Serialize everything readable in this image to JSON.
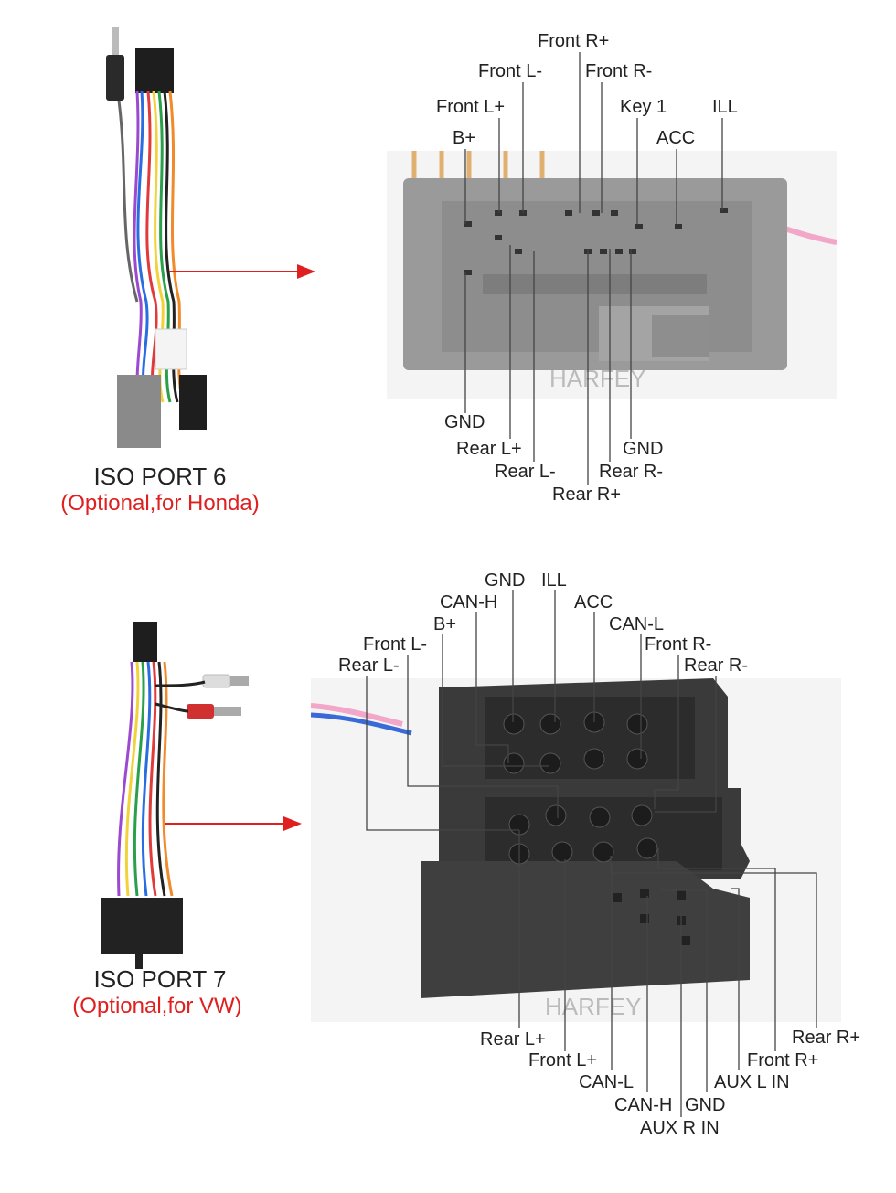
{
  "watermark": "HARFEY",
  "colors": {
    "accent_red": "#e02020",
    "connector_gray": "#9a9a9a",
    "connector_black": "#3a3a3a",
    "leader_line": "#444444"
  },
  "port6": {
    "title": "ISO PORT 6",
    "subtitle": "(Optional,for Honda)",
    "top_labels": {
      "front_r_plus": "Front R+",
      "front_l_minus": "Front L-",
      "front_r_minus": "Front R-",
      "front_l_plus": "Front L+",
      "key1": "Key 1",
      "ill": "ILL",
      "b_plus": "B+",
      "acc": "ACC"
    },
    "bottom_labels": {
      "gnd_left": "GND",
      "rear_l_plus": "Rear L+",
      "gnd_right": "GND",
      "rear_l_minus": "Rear L-",
      "rear_r_minus": "Rear R-",
      "rear_r_plus": "Rear R+"
    }
  },
  "port7": {
    "title": "ISO PORT 7",
    "subtitle": "(Optional,for VW)",
    "top_labels": {
      "gnd": "GND",
      "ill": "ILL",
      "can_h": "CAN-H",
      "acc": "ACC",
      "b_plus": "B+",
      "can_l": "CAN-L",
      "front_l_minus": "Front L-",
      "front_r_minus": "Front R-",
      "rear_l_minus": "Rear L-",
      "rear_r_minus": "Rear R-"
    },
    "bottom_labels": {
      "rear_l_plus": "Rear L+",
      "rear_r_plus": "Rear R+",
      "front_l_plus": "Front L+",
      "front_r_plus": "Front R+",
      "can_l": "CAN-L",
      "aux_l_in": "AUX L IN",
      "can_h": "CAN-H",
      "gnd": "GND",
      "aux_r_in": "AUX R IN"
    }
  }
}
